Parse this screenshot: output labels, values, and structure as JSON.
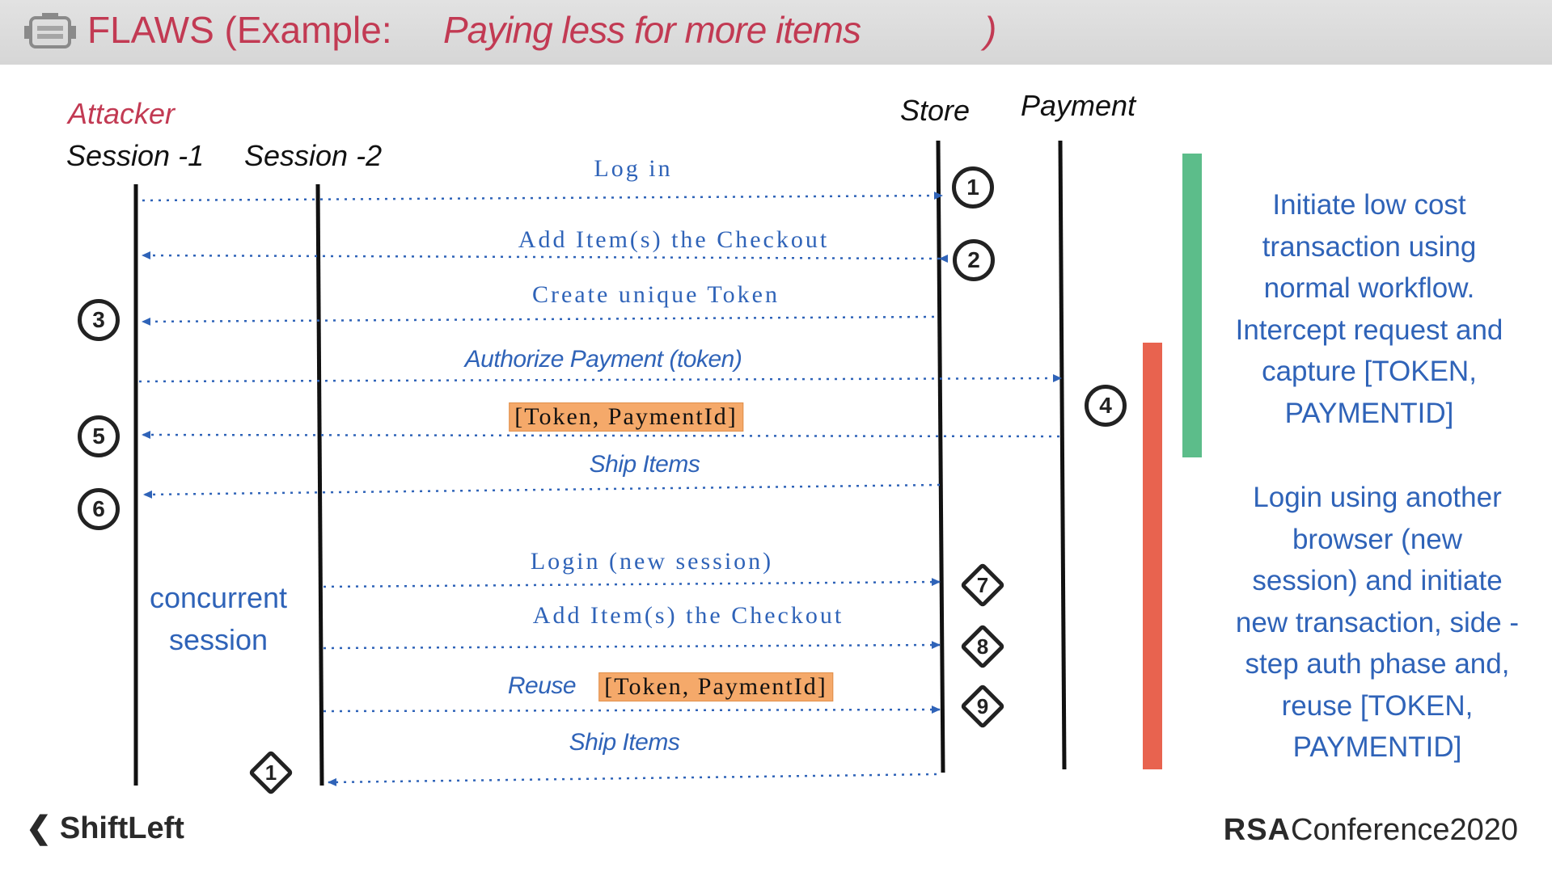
{
  "header": {
    "title": "FLAWS (Example:",
    "example": "Paying less for more items",
    "close": ")",
    "icon": "engine-icon"
  },
  "actors": {
    "attacker": "Attacker",
    "session1": "Session -1",
    "session2": "Session -2",
    "store": "Store",
    "payment": "Payment"
  },
  "messages": [
    {
      "text": "Log in"
    },
    {
      "text": "Add Item(s) the Checkout"
    },
    {
      "text": "Create unique Token"
    },
    {
      "text": "Authorize Payment (token)"
    },
    {
      "text": "[Token, PaymentId]"
    },
    {
      "text": "Ship Items"
    },
    {
      "text": "Login (new session)"
    },
    {
      "text": "Add Item(s) the Checkout"
    },
    {
      "text": "Reuse",
      "highlight": "[Token, PaymentId]"
    },
    {
      "text": "Ship Items"
    }
  ],
  "concurrent": {
    "line1": "concurrent",
    "line2": "session"
  },
  "steps": {
    "s1": "1",
    "s2": "2",
    "s3": "3",
    "s4": "4",
    "s5": "5",
    "s6": "6",
    "s7": "7",
    "s8": "8",
    "s9": "9",
    "s10": "1"
  },
  "notes": {
    "phase1": [
      "Initiate low cost",
      "transaction using",
      "normal workflow.",
      "Intercept request and",
      "capture [TOKEN,",
      "PAYMENTID]"
    ],
    "phase2": [
      "Login using another",
      "browser (new",
      "session) and initiate",
      "new transaction, side -",
      "step auth phase and,",
      "reuse [TOKEN,",
      "PAYMENTID]"
    ]
  },
  "colors": {
    "accent": "#c23a53",
    "message": "#2f63b8",
    "phase1_bar": "#5cbd8a",
    "phase2_bar": "#e8634f",
    "highlight": "#f5a96a"
  },
  "footer": {
    "brand": "ShiftLeft",
    "conference_bold": "RSA",
    "conference": "Conference2020"
  }
}
